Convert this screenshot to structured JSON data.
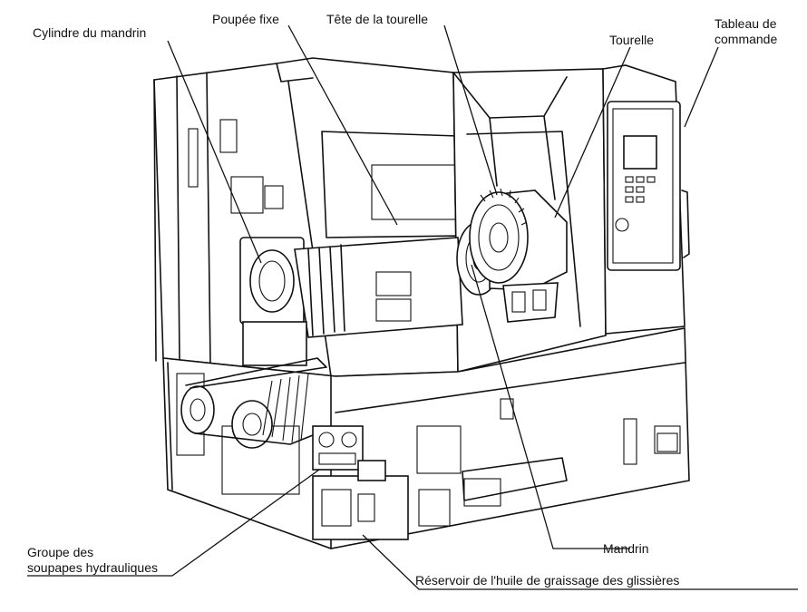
{
  "labels": {
    "chuck_cylinder": "Cylindre du mandrin",
    "headstock": "Poupée fixe",
    "turret_head": "Tête de la tourelle",
    "turret": "Tourelle",
    "control_panel_line1": "Tableau de",
    "control_panel_line2": "commande",
    "hydraulic_valves_line1": "Groupe des",
    "hydraulic_valves_line2": "soupapes hydrauliques",
    "chuck": "Mandrin",
    "slide_oil_tank": "Réservoir de l'huile de graissage des glissières"
  },
  "colors": {
    "ink": "#111111",
    "paper": "#ffffff"
  }
}
